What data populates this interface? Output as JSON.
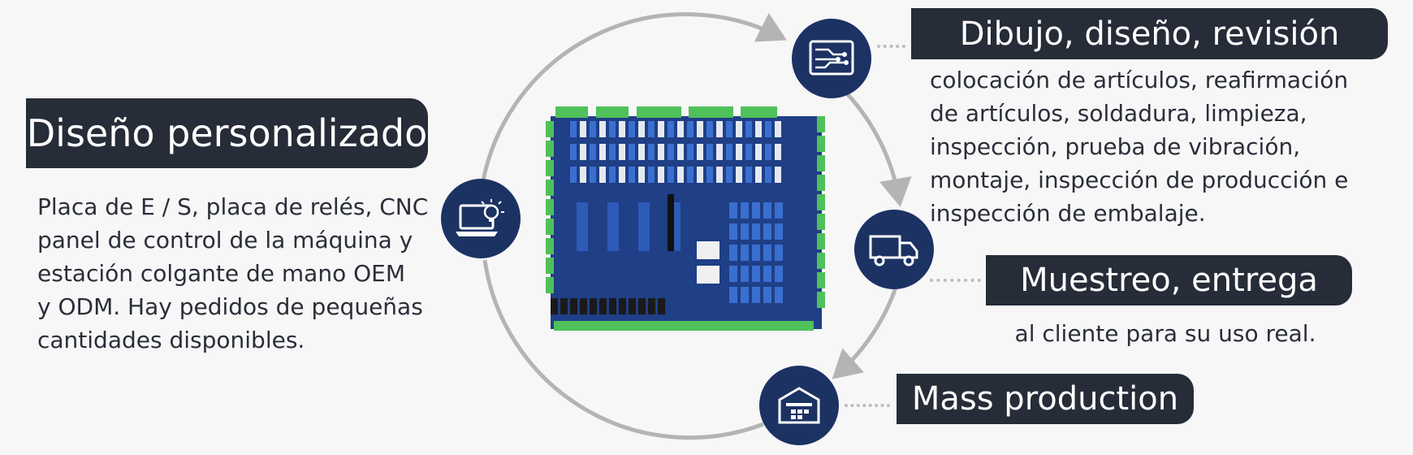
{
  "left": {
    "title": "Diseño personalizado",
    "lines": [
      "Placa de E / S, placa de relés, CNC",
      "panel de control de la máquina y",
      "estación colgante de mano OEM",
      "y ODM. Hay pedidos de pequeñas",
      "cantidades disponibles."
    ]
  },
  "steps": [
    {
      "title": "Dibujo, diseño, revisión",
      "lines": [
        "colocación de artículos, reafirmación",
        "de artículos, soldadura, limpieza,",
        "inspección, prueba de vibración,",
        "montaje, inspección de producción e",
        "inspección de embalaje."
      ],
      "icon": "circuit-board-icon"
    },
    {
      "title": "Muestreo, entrega",
      "lines": [
        "al cliente para su uso real."
      ],
      "icon": "delivery-truck-icon"
    },
    {
      "title": "Mass production",
      "lines": [],
      "icon": "warehouse-icon"
    }
  ],
  "left_icon": "laptop-lightbulb-icon",
  "product_image": "relay-pcb-board",
  "colors": {
    "banner": "#262c38",
    "icon_circle": "#1b3263",
    "arrow": "#b4b4b4",
    "pcb": "#1f3f86",
    "terminal": "#4fc05a"
  }
}
